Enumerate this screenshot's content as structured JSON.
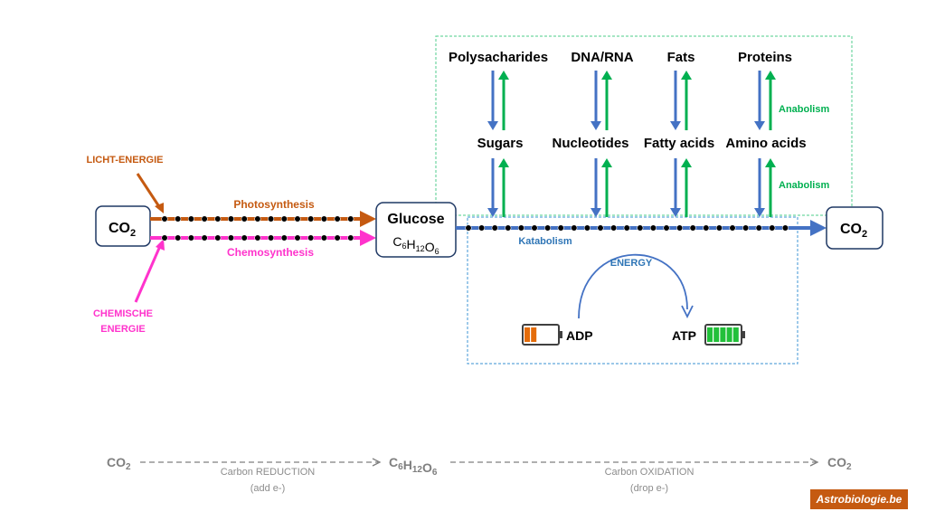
{
  "colors": {
    "photo": "#c55a11",
    "chemo": "#ff33cc",
    "katabolism": "#4472c4",
    "anabolism": "#00b050",
    "katabolism_label": "#2e75b6",
    "grey": "#7f7f7f",
    "adp_fill": "#e46c0a",
    "atp_fill": "#22c03a"
  },
  "left": {
    "co2_main": "CO",
    "co2_sub": "2",
    "light_energy": "LICHT-ENERGIE",
    "chem_energy_line1": "CHEMISCHE",
    "chem_energy_line2": "ENERGIE",
    "photosynthesis": "Photosynthesis",
    "chemosynthesis": "Chemosynthesis"
  },
  "glucose": {
    "title": "Glucose",
    "formula": [
      {
        "t": "C",
        "sub": "6"
      },
      {
        "t": "H",
        "sub": "12"
      },
      {
        "t": "O",
        "sub": "6"
      }
    ]
  },
  "right": {
    "co2_main": "CO",
    "co2_sub": "2"
  },
  "macromolecules": [
    "Polysacharides",
    "DNA/RNA",
    "Fats",
    "Proteins"
  ],
  "monomers": [
    "Sugars",
    "Nucleotides",
    "Fatty acids",
    "Amino acids"
  ],
  "anabolism_label_1": "Anabolism",
  "anabolism_label_2": "Anabolism",
  "katabolism_label": "Katabolism",
  "energy_label": "ENERGY",
  "adp_label": "ADP",
  "atp_label": "ATP",
  "adp_charge": 0.4,
  "atp_charge": 1.0,
  "bottom": {
    "co2_left": "CO",
    "co2_left_sub": "2",
    "glucose_formula": "C6H12O6",
    "co2_right": "CO",
    "co2_right_sub": "2",
    "reduction": "Carbon REDUCTION",
    "reduction_sub": "(add e-)",
    "oxidation": "Carbon OXIDATION",
    "oxidation_sub": "(drop e-)"
  },
  "watermark": "Astrobiologie.be"
}
